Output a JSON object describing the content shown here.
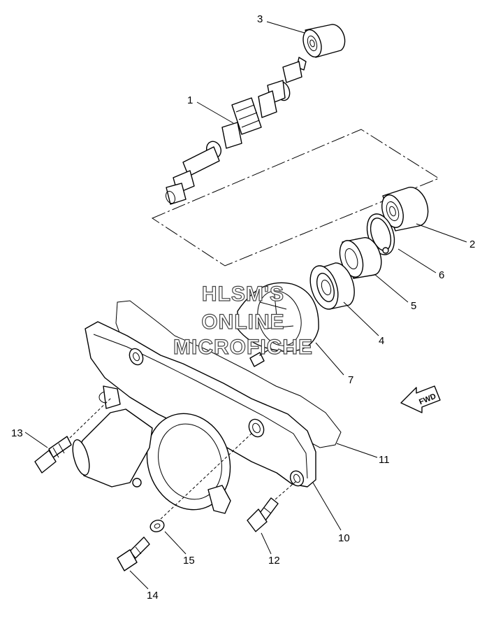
{
  "callouts": [
    "1",
    "2",
    "3",
    "4",
    "5",
    "6",
    "7",
    "10",
    "11",
    "12",
    "13",
    "14",
    "15"
  ],
  "watermark": {
    "line1": "HLSM'S",
    "line2": "ONLINE",
    "line3": "MICROFICHE"
  },
  "fwd_label": "FWD",
  "icons": [
    "fwd-arrow-icon"
  ]
}
